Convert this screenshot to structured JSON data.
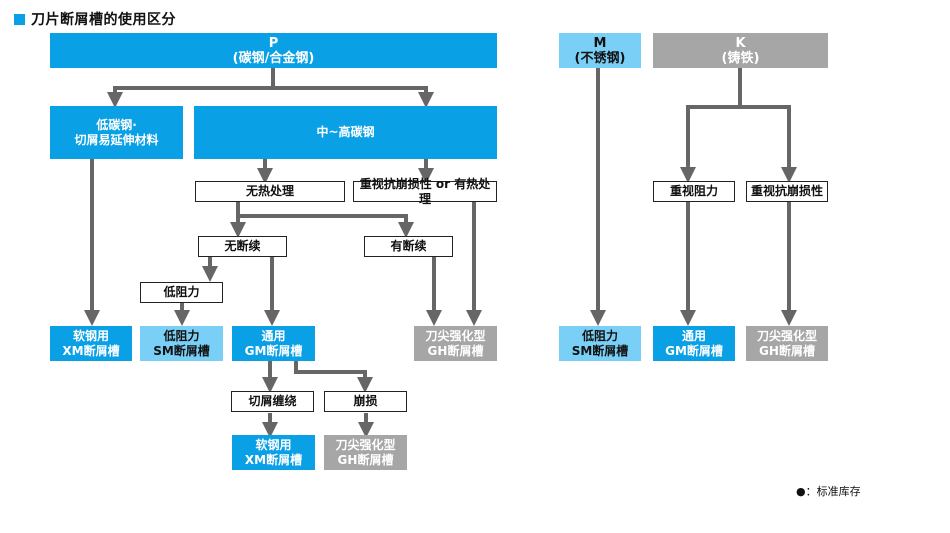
{
  "title": "刀片断屑槽的使用区分",
  "colors": {
    "blue": "#0aa0e6",
    "light_blue": "#79cff5",
    "gray": "#a6a6a6",
    "arrow": "#666666"
  },
  "p": {
    "line1": "P",
    "line2": "(碳钢/合金钢)"
  },
  "m": {
    "line1": "M",
    "line2": "(不锈钢)"
  },
  "k": {
    "line1": "K",
    "line2": "(铸铁)"
  },
  "low_carbon": {
    "line1": "低碳钢·",
    "line2": "切屑易延伸材料"
  },
  "mid_high": "中~高碳钢",
  "no_heat": "无热处理",
  "chip_heat": "重视抗崩损性 or 有热处理",
  "no_break": "无断续",
  "with_break": "有断续",
  "low_res_p": "低阻力",
  "chip_res": "切屑缠绕",
  "chipping": "崩损",
  "k_low_res": "重视阻力",
  "k_chip": "重视抗崩损性",
  "results": {
    "xm1": {
      "line1": "软钢用",
      "line2": "XM断屑槽"
    },
    "sm1": {
      "line1": "低阻力",
      "line2": "SM断屑槽"
    },
    "gm1": {
      "line1": "通用",
      "line2": "GM断屑槽"
    },
    "gh1": {
      "line1": "刀尖强化型",
      "line2": "GH断屑槽"
    },
    "xm2": {
      "line1": "软钢用",
      "line2": "XM断屑槽"
    },
    "gh2": {
      "line1": "刀尖强化型",
      "line2": "GH断屑槽"
    },
    "sm_m": {
      "line1": "低阻力",
      "line2": "SM断屑槽"
    },
    "gm_k": {
      "line1": "通用",
      "line2": "GM断屑槽"
    },
    "gh_k": {
      "line1": "刀尖强化型",
      "line2": "GH断屑槽"
    }
  },
  "legend": "●：标准库存"
}
